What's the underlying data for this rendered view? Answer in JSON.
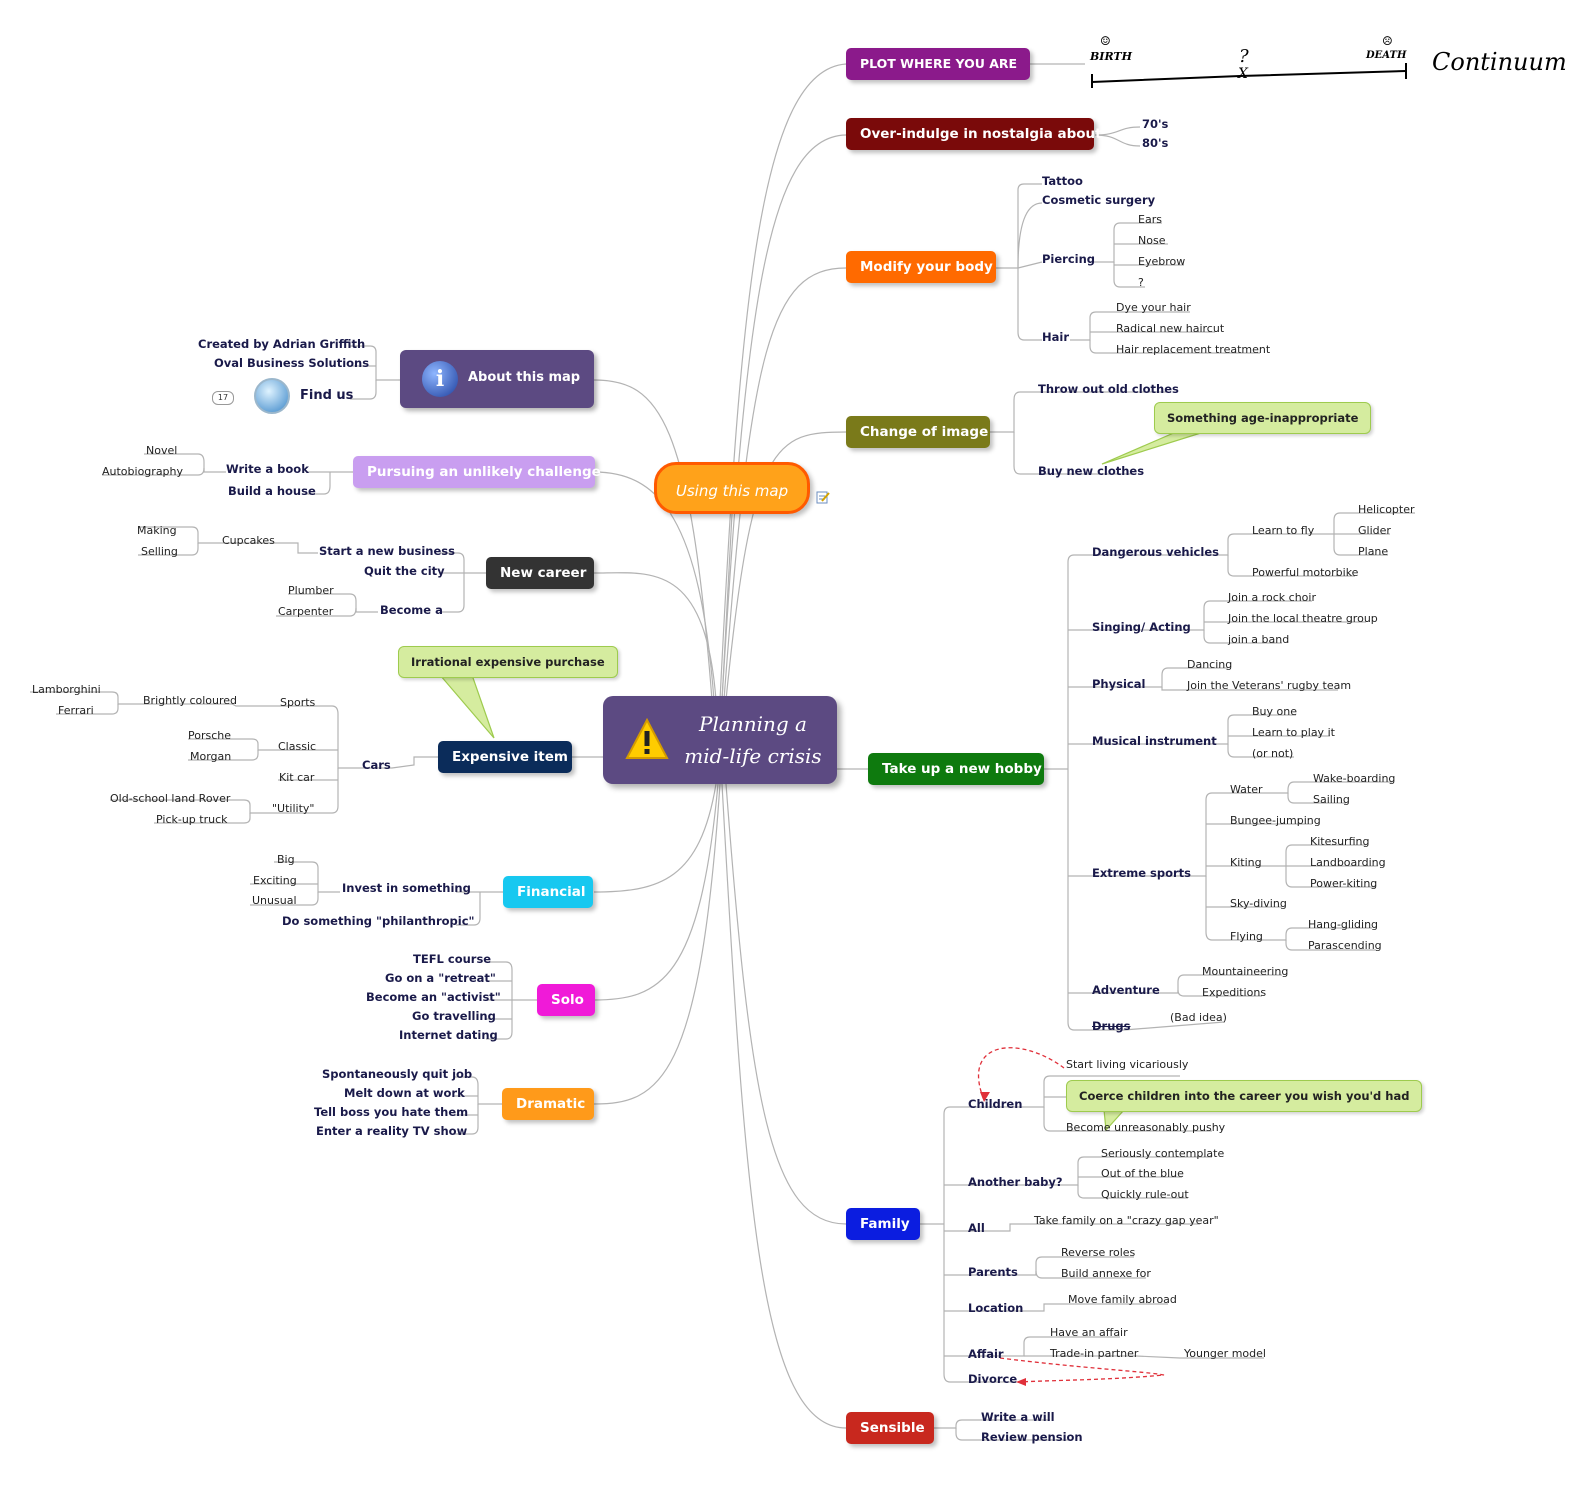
{
  "central": {
    "title_line1": "Planning a",
    "title_line2": "mid-life crisis",
    "icon": "warning-icon"
  },
  "using_map": {
    "label": "Using this map",
    "icon": "note-edit-icon"
  },
  "plot": {
    "label": "PLOT WHERE YOU ARE",
    "birth": "BIRTH",
    "death": "DEATH",
    "question": "?",
    "marker": "X",
    "continuum": "Continuum"
  },
  "nostalgia": {
    "label": "Over-indulge in nostalgia about",
    "items": [
      "70's",
      "80's"
    ]
  },
  "body": {
    "label": "Modify your body",
    "tattoo": "Tattoo",
    "cosmetic": "Cosmetic surgery",
    "piercing": "Piercing",
    "piercing_items": [
      "Ears",
      "Nose",
      "Eyebrow",
      "?"
    ],
    "hair": "Hair",
    "hair_items": [
      "Dye your hair",
      "Radical new haircut",
      "Hair replacement treatment"
    ]
  },
  "image": {
    "label": "Change of image",
    "throw": "Throw out old clothes",
    "buy": "Buy new clothes",
    "callout": "Something age-inappropriate"
  },
  "hobby": {
    "label": "Take up a new hobby",
    "dangerous": "Dangerous vehicles",
    "learn_fly": "Learn to fly",
    "fly_items": [
      "Helicopter",
      "Glider",
      "Plane"
    ],
    "motorbike": "Powerful motorbike",
    "singing": "Singing/ Acting",
    "singing_items": [
      "Join a rock choir",
      "Join the local theatre group",
      "join a band"
    ],
    "physical": "Physical",
    "physical_items": [
      "Dancing",
      "Join the Veterans' rugby team"
    ],
    "musical": "Musical instrument",
    "musical_items": [
      "Buy one",
      "Learn to play it",
      "(or not)"
    ],
    "extreme": "Extreme sports",
    "water": "Water",
    "water_items": [
      "Wake-boarding",
      "Sailing"
    ],
    "bungee": "Bungee-jumping",
    "kiting": "Kiting",
    "kiting_items": [
      "Kitesurfing",
      "Landboarding",
      "Power-kiting"
    ],
    "skydiving": "Sky-diving",
    "flying": "Flying",
    "flying_items": [
      "Hang-gliding",
      "Parascending"
    ],
    "adventure": "Adventure",
    "adventure_items": [
      "Mountaineering",
      "Expeditions"
    ],
    "drugs": "Drugs",
    "drugs_note": "(Bad idea)"
  },
  "family": {
    "label": "Family",
    "children": "Children",
    "children_items": [
      "Start living vicariously",
      "Become unreasonably pushy"
    ],
    "children_callout": "Coerce children into the career you wish you'd had",
    "baby": "Another baby?",
    "baby_items": [
      "Seriously contemplate",
      "Out of the blue",
      "Quickly rule-out"
    ],
    "all": "All",
    "all_item": "Take family on a \"crazy gap year\"",
    "parents": "Parents",
    "parents_items": [
      "Reverse roles",
      "Build annexe for"
    ],
    "location": "Location",
    "location_item": "Move family abroad",
    "affair": "Affair",
    "affair_items": [
      "Have an affair",
      "Trade-in partner"
    ],
    "younger": "Younger model",
    "divorce": "Divorce"
  },
  "sensible": {
    "label": "Sensible",
    "items": [
      "Write a will",
      "Review pension"
    ]
  },
  "about": {
    "label": "About this map",
    "created": "Created by Adrian Griffith",
    "company": "Oval Business Solutions",
    "find": "Find us",
    "badge": "17"
  },
  "challenge": {
    "label": "Pursuing an unlikely challenge",
    "write": "Write a book",
    "build": "Build a house",
    "book_items": [
      "Novel",
      "Autobiography"
    ]
  },
  "career": {
    "label": "New career",
    "start": "Start a new business",
    "cupcakes": "Cupcakes",
    "cupcake_items": [
      "Making",
      "Selling"
    ],
    "quit": "Quit the city",
    "become": "Become a",
    "become_items": [
      "Plumber",
      "Carpenter"
    ]
  },
  "expensive": {
    "label": "Expensive item",
    "callout": "Irrational expensive purchase",
    "cars": "Cars",
    "sports": "Sports",
    "bright": "Brightly coloured",
    "bright_items": [
      "Lamborghini",
      "Ferrari"
    ],
    "classic": "Classic",
    "classic_items": [
      "Porsche",
      "Morgan"
    ],
    "kitcar": "Kit car",
    "utility": "\"Utility\"",
    "utility_items": [
      "Old-school land Rover",
      "Pick-up truck"
    ]
  },
  "financial": {
    "label": "Financial",
    "invest": "Invest in something",
    "invest_items": [
      "Big",
      "Exciting",
      "Unusual"
    ],
    "philanthropic": "Do something \"philanthropic\""
  },
  "solo": {
    "label": "Solo",
    "items": [
      "TEFL course",
      "Go on a \"retreat\"",
      "Become an \"activist\"",
      "Go travelling",
      "Internet dating"
    ]
  },
  "dramatic": {
    "label": "Dramatic",
    "items": [
      "Spontaneously quit job",
      "Melt down at work",
      "Tell boss you hate them",
      "Enter a reality TV show"
    ]
  },
  "colors": {
    "plot": "#8b1a8b",
    "nostalgia": "#7a0a0a",
    "body": "#ff6a00",
    "image": "#7a7a1a",
    "hobby": "#0e7a0e",
    "family": "#0b1de0",
    "sensible": "#c8281e",
    "challenge": "#c99ef0",
    "career": "#333333",
    "expensive": "#0b2c5a",
    "financial": "#17c8f0",
    "solo": "#f01ad8",
    "dramatic": "#ff9a1a",
    "central": "#5c4a82",
    "callout": "#d5ec9f"
  }
}
